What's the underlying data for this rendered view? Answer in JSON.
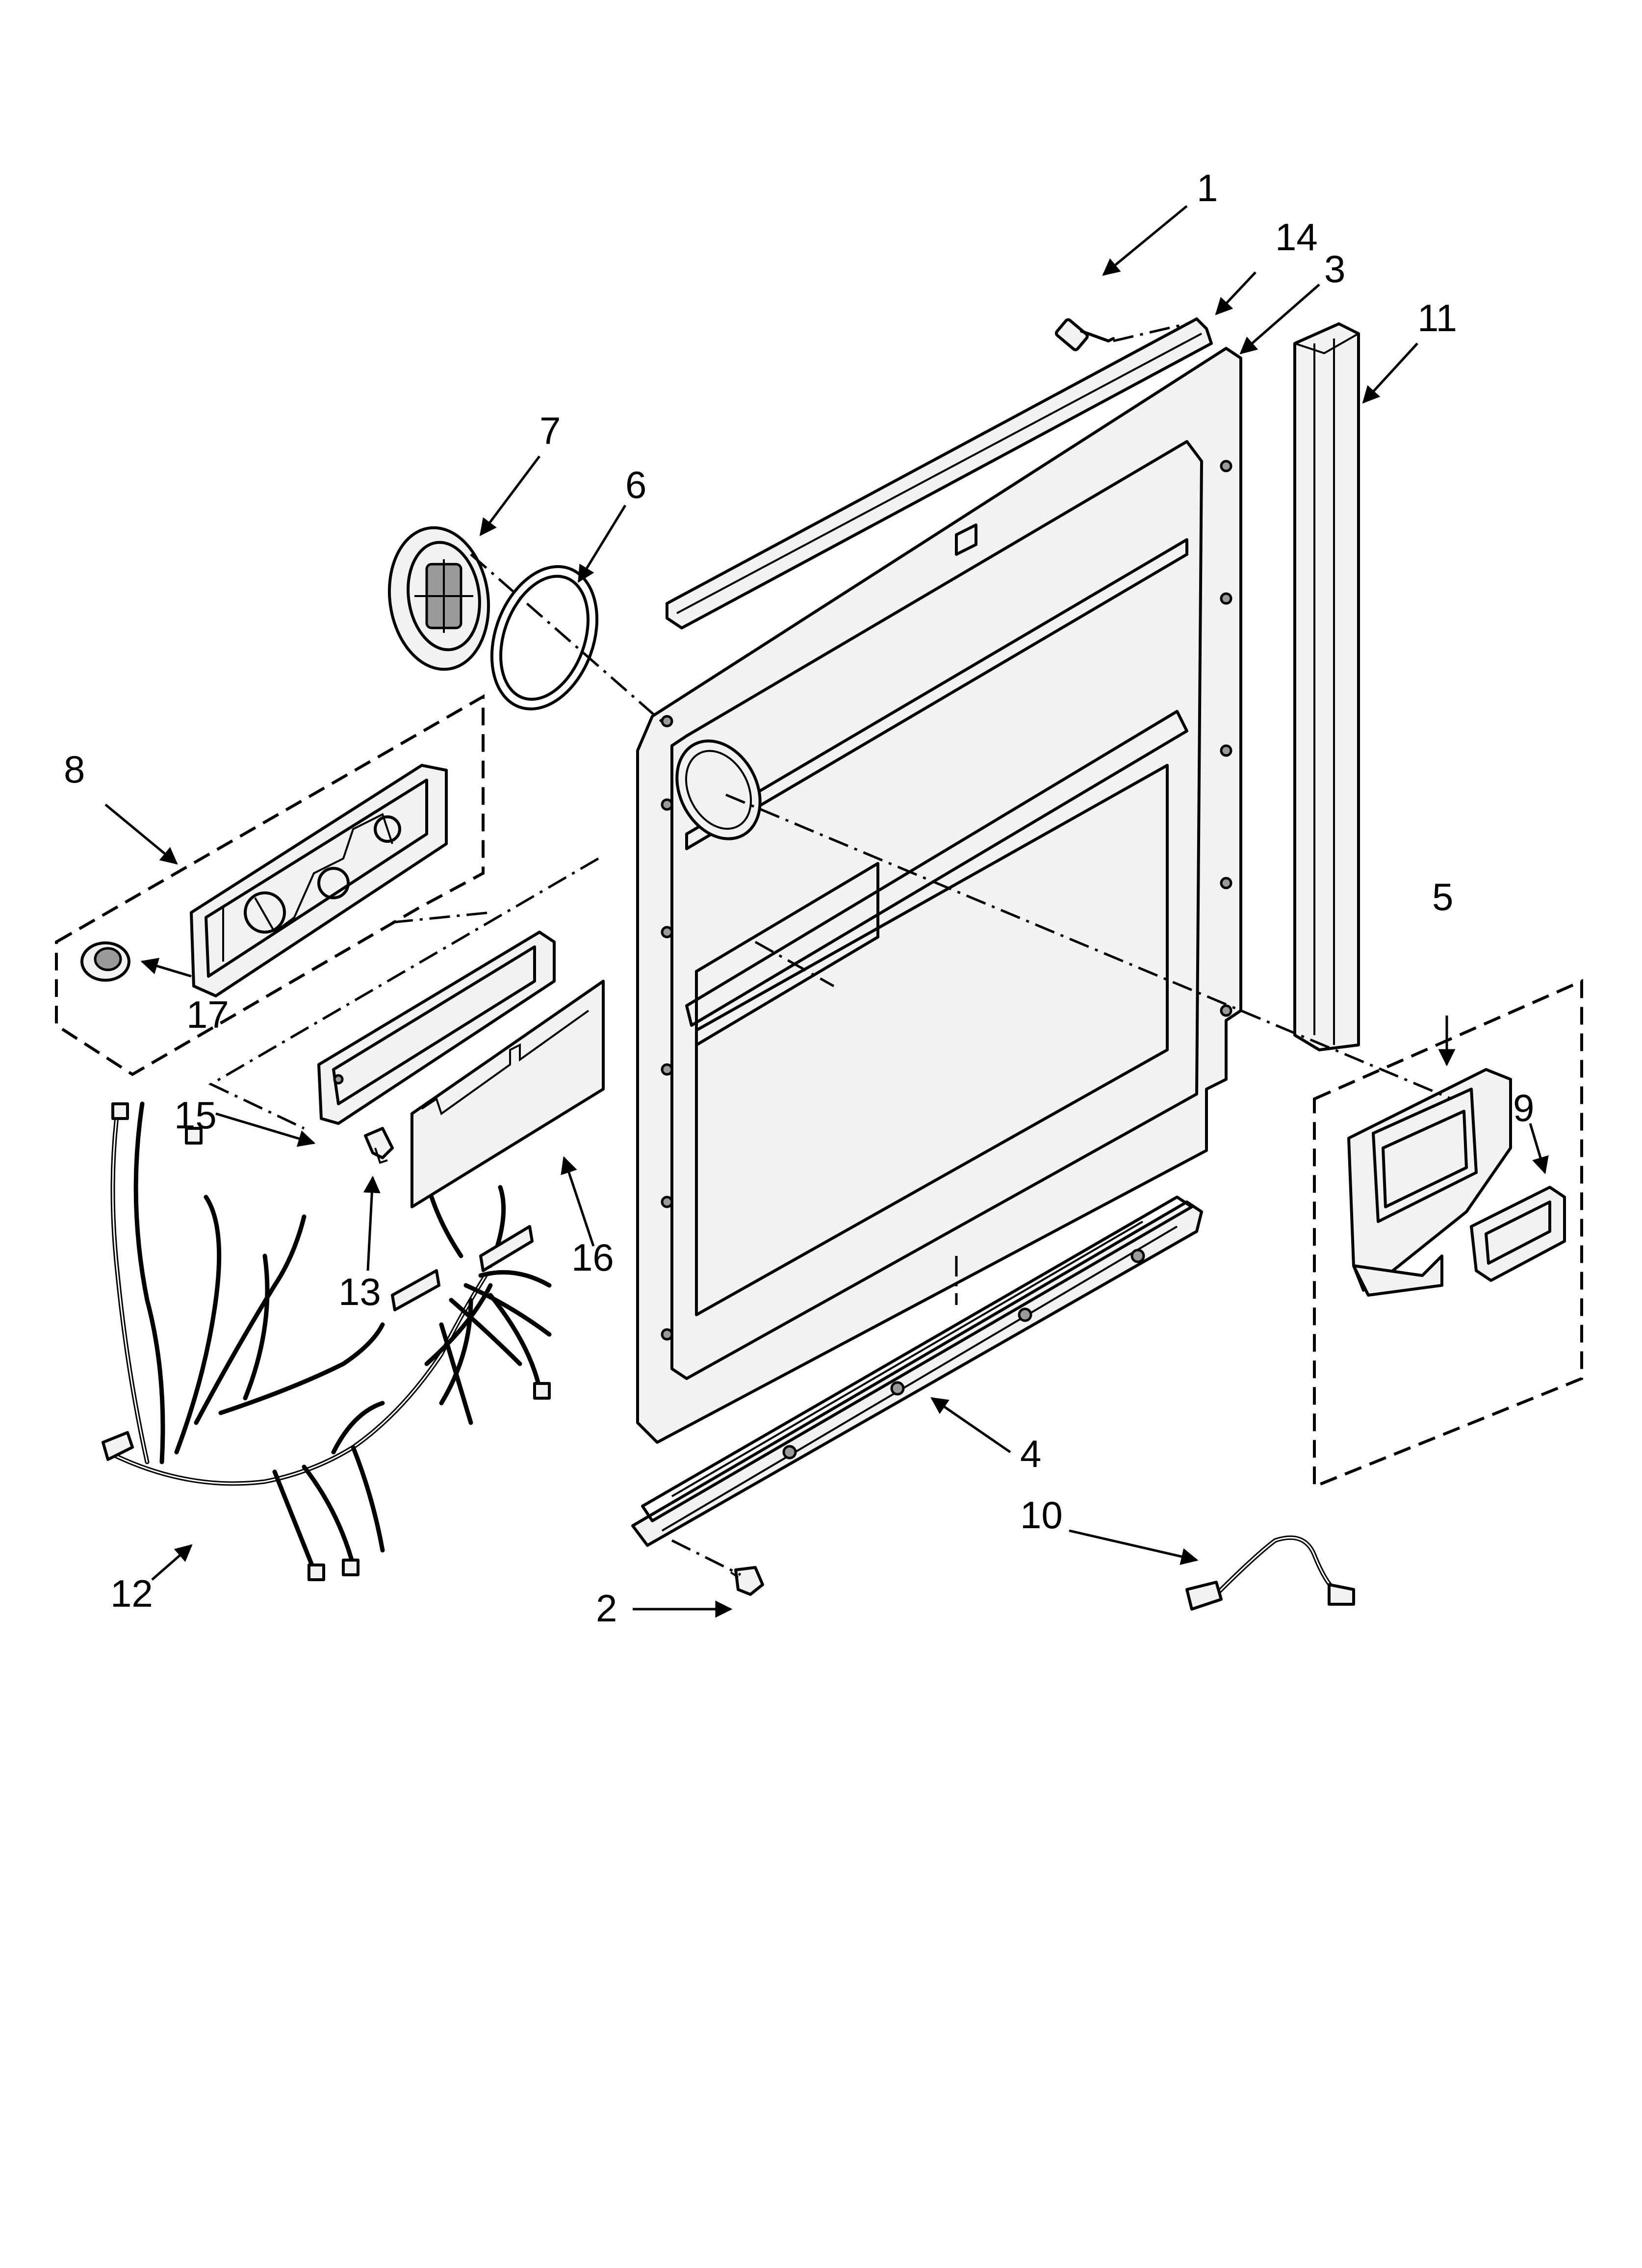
{
  "diagram": {
    "callouts": [
      "1",
      "2",
      "3",
      "4",
      "5",
      "6",
      "7",
      "8",
      "9",
      "10",
      "11",
      "12",
      "13",
      "14",
      "15",
      "16",
      "17"
    ],
    "ink_color": "#000000",
    "background_color": "#ffffff"
  }
}
